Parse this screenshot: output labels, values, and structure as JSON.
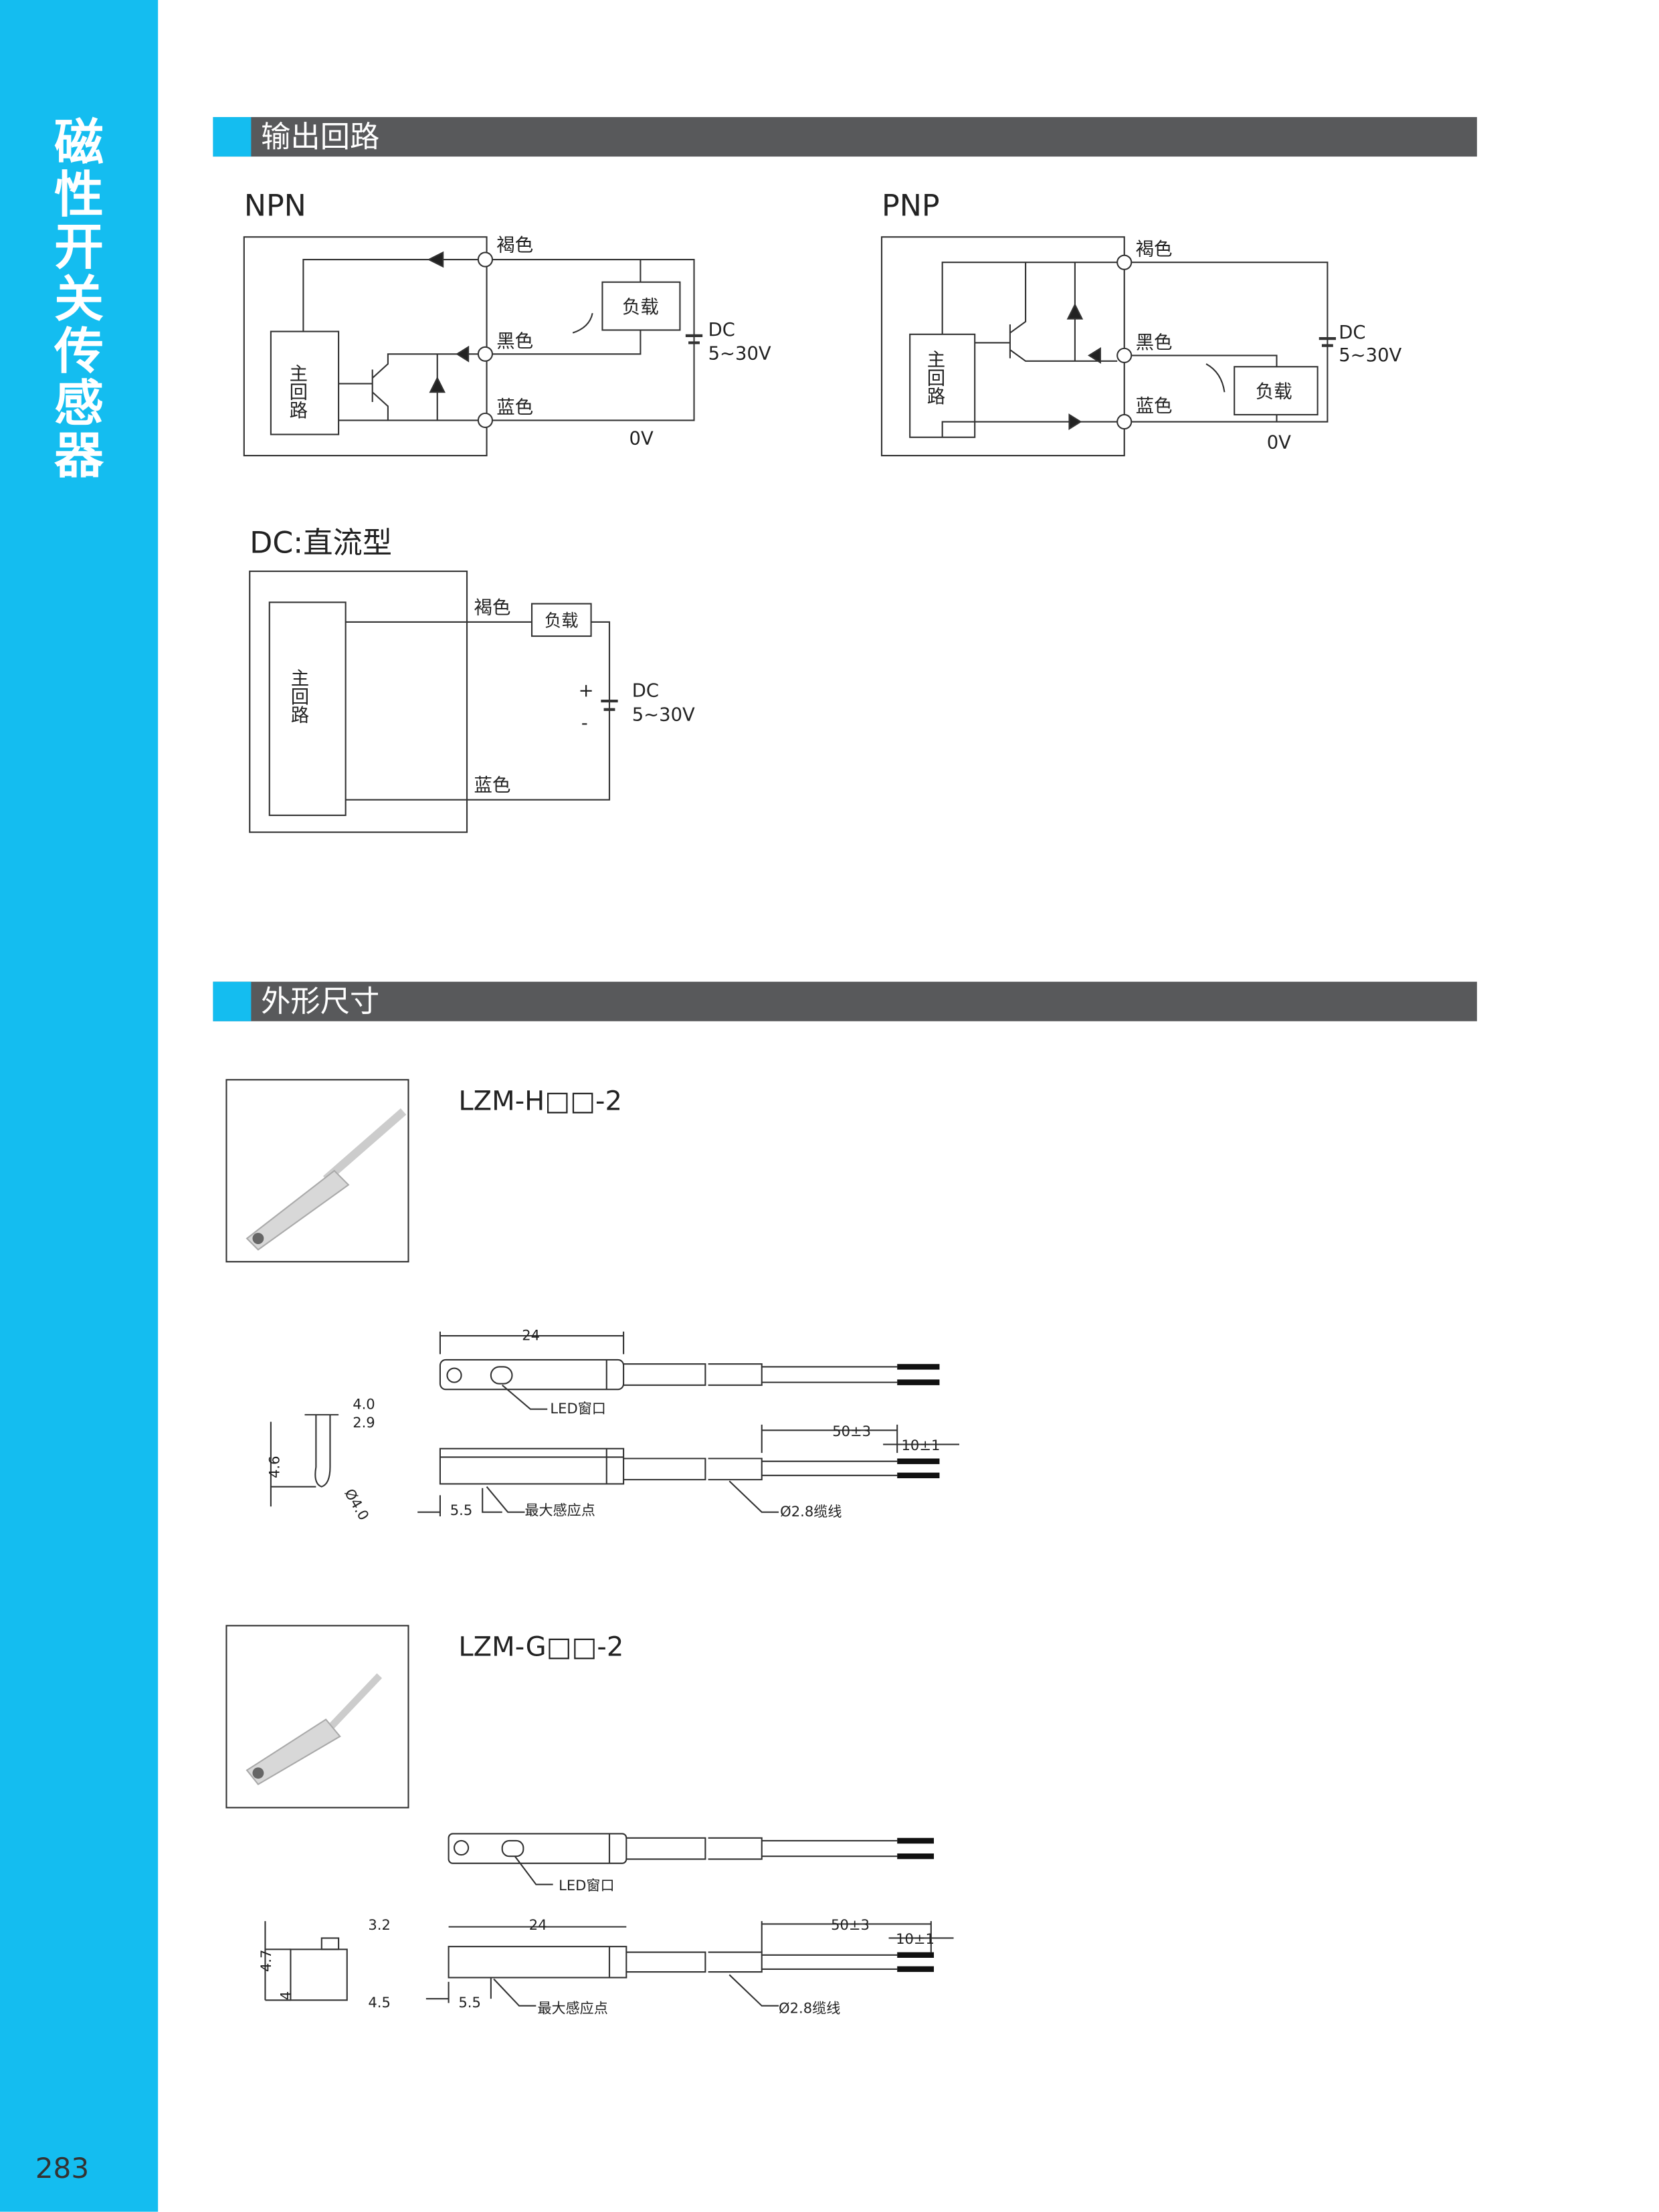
{
  "sidebar": {
    "title": "磁性开关传感器",
    "page_number": "283"
  },
  "section1": {
    "title": "输出回路"
  },
  "npn": {
    "title": "NPN",
    "main": "主回路",
    "brown": "褐色",
    "black": "黑色",
    "blue": "蓝色",
    "load": "负载",
    "dc": "DC",
    "voltage": "5~30V",
    "zero": "0V"
  },
  "pnp": {
    "title": "PNP",
    "main": "主回路",
    "brown": "褐色",
    "black": "黑色",
    "blue": "蓝色",
    "load": "负载",
    "dc": "DC",
    "voltage": "5~30V",
    "zero": "0V"
  },
  "dc_type": {
    "title": "DC:直流型",
    "main": "主回路",
    "brown": "褐色",
    "blue": "蓝色",
    "load": "负载",
    "plus": "+",
    "minus": "-",
    "dc": "DC",
    "voltage": "5~30V"
  },
  "section2": {
    "title": "外形尺寸"
  },
  "products": [
    {
      "model": "LZM-H□□-2",
      "len": "24",
      "led": "LED窗口",
      "w1": "4.0",
      "w2": "2.9",
      "h": "4.6",
      "dia": "Ø4.0",
      "sense_off": "5.5",
      "sense": "最大感应点",
      "lead": "50±3",
      "strip": "10±1",
      "cable": "Ø2.8缆线"
    },
    {
      "model": "LZM-G□□-2",
      "len": "24",
      "led": "LED窗口",
      "w1": "3.2",
      "w2": "4.5",
      "h": "4.7",
      "h2": "4",
      "sense_off": "5.5",
      "sense": "最大感应点",
      "lead": "50±3",
      "strip": "10±1",
      "cable": "Ø2.8缆线"
    }
  ]
}
